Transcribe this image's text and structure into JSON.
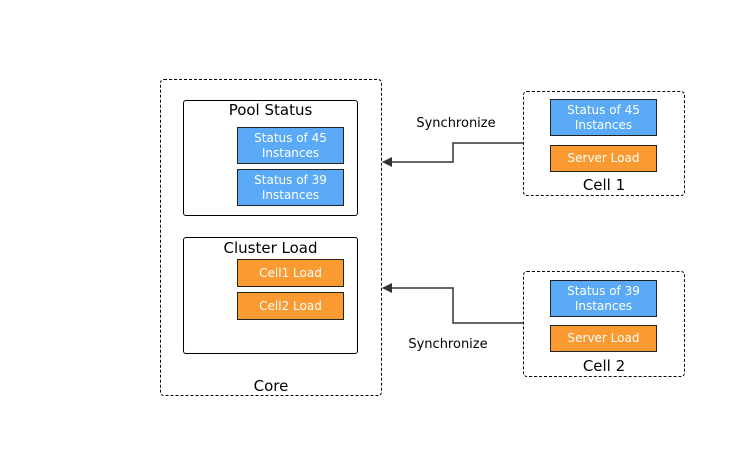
{
  "core": {
    "label": "Core",
    "pool_status": {
      "title": "Pool Status",
      "items": [
        {
          "line1": "Status of 45",
          "line2": "Instances"
        },
        {
          "line1": "Status of 39",
          "line2": "Instances"
        }
      ]
    },
    "cluster_load": {
      "title": "Cluster Load",
      "items": [
        "Cell1 Load",
        "Cell2 Load"
      ]
    }
  },
  "cells": [
    {
      "label": "Cell 1",
      "status_line1": "Status of 45",
      "status_line2": "Instances",
      "load": "Server Load"
    },
    {
      "label": "Cell 2",
      "status_line1": "Status of 39",
      "status_line2": "Instances",
      "load": "Server Load"
    }
  ],
  "connections": [
    {
      "label": "Synchronize"
    },
    {
      "label": "Synchronize"
    }
  ],
  "colors": {
    "status_fill": "#5aaaf7",
    "load_fill": "#fa9a30",
    "border": "#000000"
  }
}
